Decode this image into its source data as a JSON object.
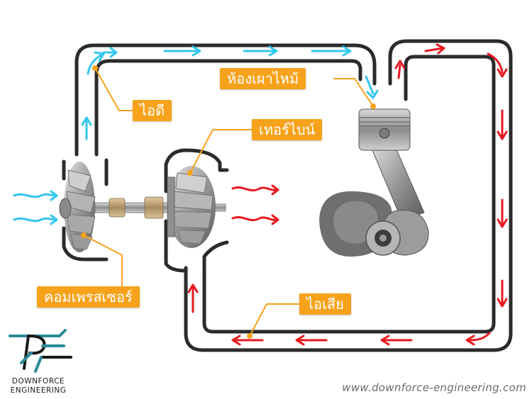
{
  "labels": {
    "intake": "ไอดี",
    "turbine": "เทอร์ไบน์",
    "combustion": "ห้องเผาไหม้",
    "compressor": "คอมเพรสเซอร์",
    "exhaust": "ไอเสีย"
  },
  "logo": {
    "line1": "DOWNFORCE",
    "line2": "ENGINEERING"
  },
  "website": "www.downforce-engineering.com",
  "colors": {
    "label_bg": "#f7a21b",
    "intake_arrow": "#33c6ef",
    "exhaust_arrow": "#e8191f",
    "pipe": "#2b2b2b",
    "logo_teal": "#2a8a9a"
  }
}
